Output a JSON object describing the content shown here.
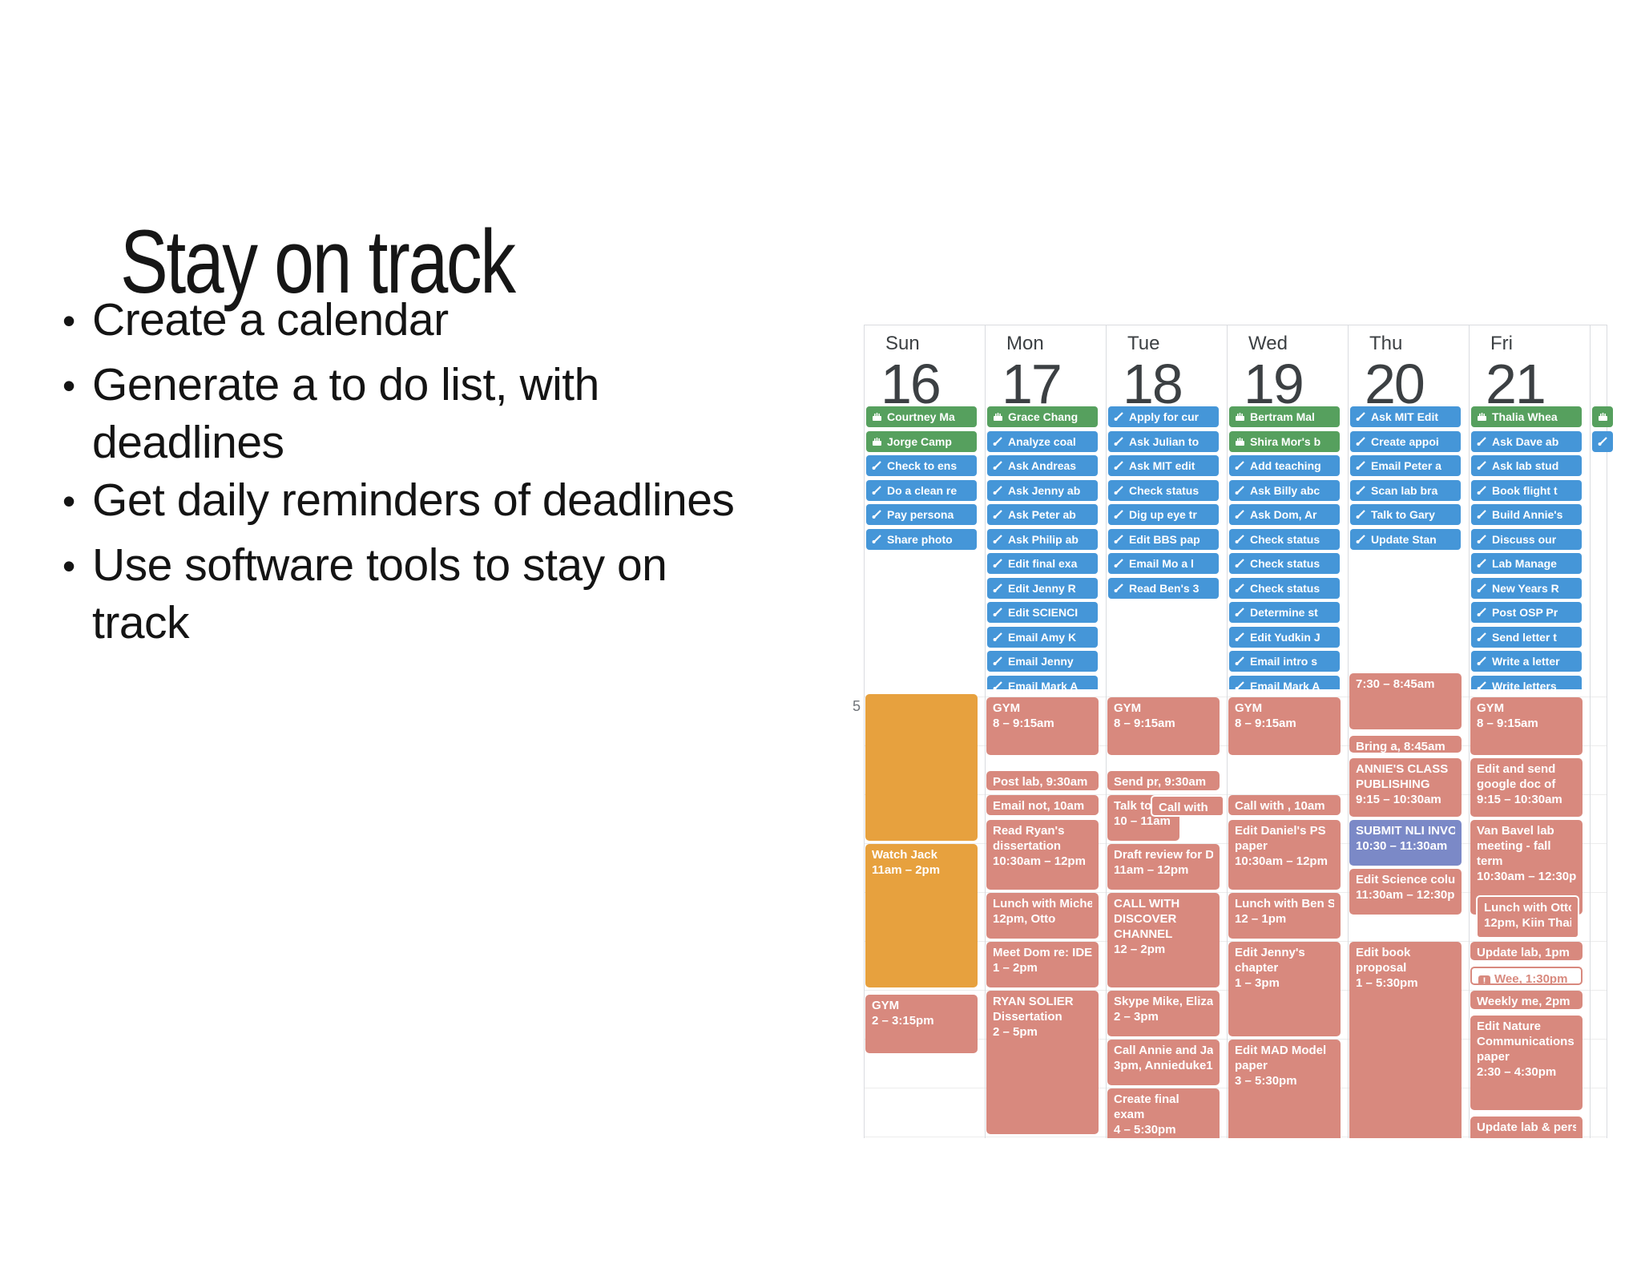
{
  "slide": {
    "title": "Stay on track",
    "bullet_lines": [
      {
        "bullet": true,
        "text": "Create a calendar"
      },
      {
        "bullet": true,
        "text": "Generate a to do list, with"
      },
      {
        "bullet": false,
        "text": "deadlines"
      },
      {
        "bullet": true,
        "text": "Get daily reminders of deadlines"
      },
      {
        "bullet": true,
        "text": "Use software tools to stay on"
      },
      {
        "bullet": false,
        "text": "track"
      }
    ]
  },
  "calendar": {
    "gutter_fragment": "5",
    "days": [
      {
        "name": "Sun",
        "num": "16",
        "chips": [
          {
            "icon": "cake",
            "label": "Courtney Ma"
          },
          {
            "icon": "cake",
            "label": "Jorge Camp"
          },
          {
            "icon": "task",
            "label": "Check to ens"
          },
          {
            "icon": "task",
            "label": "Do a clean re"
          },
          {
            "icon": "task",
            "label": "Pay persona"
          },
          {
            "icon": "task",
            "label": "Share photo"
          }
        ],
        "events": [
          {
            "color": "orange",
            "start": 7.93,
            "end": 11.0,
            "lines": []
          },
          {
            "color": "orange",
            "start": 11.0,
            "end": 14.0,
            "lines": [
              "Watch Jack",
              "11am – 2pm"
            ]
          },
          {
            "color": "red",
            "start": 14.08,
            "end": 15.35,
            "lines": [
              "GYM",
              "2 – 3:15pm"
            ]
          }
        ]
      },
      {
        "name": "Mon",
        "num": "17",
        "chips": [
          {
            "icon": "cake",
            "label": "Grace Chang"
          },
          {
            "icon": "task",
            "label": "Analyze coal"
          },
          {
            "icon": "task",
            "label": "Ask Andreas"
          },
          {
            "icon": "task",
            "label": "Ask Jenny ab"
          },
          {
            "icon": "task",
            "label": "Ask Peter ab"
          },
          {
            "icon": "task",
            "label": "Ask Philip ab"
          },
          {
            "icon": "task",
            "label": "Edit final exa"
          },
          {
            "icon": "task",
            "label": "Edit Jenny R"
          },
          {
            "icon": "task",
            "label": "Edit SCIENCI"
          },
          {
            "icon": "task",
            "label": "Email Amy K"
          },
          {
            "icon": "task",
            "label": "Email Jenny"
          },
          {
            "icon": "task",
            "label": "Email Mark A"
          }
        ],
        "events": [
          {
            "color": "red",
            "start": 8.0,
            "end": 9.25,
            "lines": [
              "GYM",
              "8 – 9:15am"
            ]
          },
          {
            "color": "red",
            "start": 9.5,
            "end": 9.97,
            "lines": [
              "Post lab, 9:30am"
            ]
          },
          {
            "color": "red",
            "start": 10.0,
            "end": 10.47,
            "lines": [
              "Email not, 10am"
            ]
          },
          {
            "color": "red",
            "start": 10.5,
            "end": 12.0,
            "lines": [
              "Read Ryan's",
              "dissertation",
              "10:30am – 12pm"
            ]
          },
          {
            "color": "red",
            "start": 12.0,
            "end": 13.0,
            "lines": [
              "Lunch with Miche",
              "12pm, Otto"
            ]
          },
          {
            "color": "red",
            "start": 13.0,
            "end": 14.0,
            "lines": [
              "Meet Dom re: IDE",
              "1 – 2pm"
            ]
          },
          {
            "color": "red",
            "start": 14.0,
            "end": 17.0,
            "lines": [
              "RYAN SOLIER",
              "Dissertation",
              "2 – 5pm"
            ]
          }
        ]
      },
      {
        "name": "Tue",
        "num": "18",
        "chips": [
          {
            "icon": "task",
            "label": "Apply for cur"
          },
          {
            "icon": "task",
            "label": "Ask Julian to"
          },
          {
            "icon": "task",
            "label": "Ask MIT edit"
          },
          {
            "icon": "task",
            "label": "Check status"
          },
          {
            "icon": "task",
            "label": "Dig up eye tr"
          },
          {
            "icon": "task",
            "label": "Edit BBS pap"
          },
          {
            "icon": "task",
            "label": "Email Mo a l"
          },
          {
            "icon": "task",
            "label": "Read Ben's 3"
          }
        ],
        "events": [
          {
            "color": "red",
            "start": 8.0,
            "end": 9.25,
            "lines": [
              "GYM",
              "8 – 9:15am"
            ]
          },
          {
            "color": "red",
            "start": 9.5,
            "end": 9.97,
            "lines": [
              "Send pr, 9:30am"
            ]
          },
          {
            "color": "red",
            "start": 10.0,
            "end": 11.0,
            "variant": "narrow",
            "lines": [
              "Talk to B",
              "10 – 11am"
            ]
          },
          {
            "color": "red",
            "start": 10.0,
            "end": 10.5,
            "variant": "overlay",
            "lines": [
              "Call with"
            ]
          },
          {
            "color": "red",
            "start": 11.0,
            "end": 12.0,
            "lines": [
              "Draft review for D",
              "11am – 12pm"
            ]
          },
          {
            "color": "red",
            "start": 12.0,
            "end": 14.0,
            "lines": [
              "CALL WITH",
              "DISCOVER",
              "CHANNEL",
              "12 – 2pm"
            ]
          },
          {
            "color": "red",
            "start": 14.0,
            "end": 15.0,
            "lines": [
              "Skype Mike, Eliza",
              "2 – 3pm"
            ]
          },
          {
            "color": "red",
            "start": 15.0,
            "end": 16.0,
            "lines": [
              "Call Annie and Ja",
              "3pm, Annieduke1"
            ]
          },
          {
            "color": "red",
            "start": 16.0,
            "end": 17.5,
            "lines": [
              "Create final",
              "exam",
              "4 – 5:30pm"
            ]
          }
        ]
      },
      {
        "name": "Wed",
        "num": "19",
        "chips": [
          {
            "icon": "cake",
            "label": "Bertram Mal"
          },
          {
            "icon": "cake",
            "label": "Shira Mor's b"
          },
          {
            "icon": "task",
            "label": "Add teaching"
          },
          {
            "icon": "task",
            "label": "Ask Billy abc"
          },
          {
            "icon": "task",
            "label": "Ask Dom, Ar"
          },
          {
            "icon": "task",
            "label": "Check status"
          },
          {
            "icon": "task",
            "label": "Check status"
          },
          {
            "icon": "task",
            "label": "Check status"
          },
          {
            "icon": "task",
            "label": "Determine st"
          },
          {
            "icon": "task",
            "label": "Edit Yudkin J"
          },
          {
            "icon": "task",
            "label": "Email intro s"
          },
          {
            "icon": "task",
            "label": "Email Mark A"
          }
        ],
        "events": [
          {
            "color": "red",
            "start": 8.0,
            "end": 9.25,
            "lines": [
              "GYM",
              "8 – 9:15am"
            ]
          },
          {
            "color": "red",
            "start": 10.0,
            "end": 10.47,
            "lines": [
              "Call with , 10am"
            ]
          },
          {
            "color": "red",
            "start": 10.5,
            "end": 12.0,
            "lines": [
              "Edit Daniel's PS",
              "paper",
              "10:30am – 12pm"
            ]
          },
          {
            "color": "red",
            "start": 12.0,
            "end": 13.0,
            "lines": [
              "Lunch with Ben S",
              "12 – 1pm"
            ]
          },
          {
            "color": "red",
            "start": 13.0,
            "end": 15.0,
            "lines": [
              "Edit Jenny's",
              "chapter",
              "1 – 3pm"
            ]
          },
          {
            "color": "red",
            "start": 15.0,
            "end": 17.5,
            "lines": [
              "Edit MAD Model",
              "paper",
              "3 – 5:30pm"
            ]
          }
        ]
      },
      {
        "name": "Thu",
        "num": "20",
        "chips": [
          {
            "icon": "task",
            "label": "Ask MIT Edit"
          },
          {
            "icon": "task",
            "label": "Create appoi"
          },
          {
            "icon": "task",
            "label": "Email Peter a"
          },
          {
            "icon": "task",
            "label": "Scan lab bra"
          },
          {
            "icon": "task",
            "label": "Talk to Gary"
          },
          {
            "icon": "task",
            "label": "Update Stan"
          }
        ],
        "events": [
          {
            "color": "red",
            "start": 7.5,
            "end": 8.72,
            "lines": [
              "7:30 – 8:45am"
            ]
          },
          {
            "color": "red",
            "start": 8.78,
            "end": 9.2,
            "lines": [
              "Bring a, 8:45am"
            ]
          },
          {
            "color": "red",
            "start": 9.25,
            "end": 10.5,
            "lines": [
              "ANNIE'S CLASS",
              "PUBLISHING",
              "9:15 – 10:30am"
            ]
          },
          {
            "color": "purple",
            "start": 10.5,
            "end": 11.5,
            "lines": [
              "SUBMIT NLI INVO",
              "10:30 – 11:30am"
            ]
          },
          {
            "color": "red",
            "start": 11.5,
            "end": 12.5,
            "lines": [
              "Edit Science colu",
              "11:30am – 12:30p"
            ]
          },
          {
            "color": "red",
            "start": 13.0,
            "end": 17.5,
            "lines": [
              "Edit book",
              "proposal",
              "1 – 5:30pm"
            ]
          }
        ]
      },
      {
        "name": "Fri",
        "num": "21",
        "chips": [
          {
            "icon": "cake",
            "label": "Thalia Whea"
          },
          {
            "icon": "task",
            "label": "Ask Dave ab"
          },
          {
            "icon": "task",
            "label": "Ask lab stud"
          },
          {
            "icon": "task",
            "label": "Book flight t"
          },
          {
            "icon": "task",
            "label": "Build Annie's"
          },
          {
            "icon": "task",
            "label": "Discuss our"
          },
          {
            "icon": "task",
            "label": "Lab Manage"
          },
          {
            "icon": "task",
            "label": "New Years R"
          },
          {
            "icon": "task",
            "label": "Post OSP Pr"
          },
          {
            "icon": "task",
            "label": "Send letter t"
          },
          {
            "icon": "task",
            "label": "Write a letter"
          },
          {
            "icon": "task",
            "label": "Write letters"
          }
        ],
        "events": [
          {
            "color": "red",
            "start": 8.0,
            "end": 9.25,
            "lines": [
              "GYM",
              "8 – 9:15am"
            ]
          },
          {
            "color": "red",
            "start": 9.25,
            "end": 10.5,
            "lines": [
              "Edit and send",
              "google doc of",
              "9:15 – 10:30am"
            ]
          },
          {
            "color": "red",
            "start": 10.5,
            "end": 12.5,
            "lines": [
              "Van Bavel lab",
              "meeting - fall",
              "term",
              "10:30am – 12:30p"
            ]
          },
          {
            "color": "red",
            "start": 12.05,
            "end": 13.0,
            "variant": "inset",
            "lines": [
              "Lunch with Otto",
              "12pm, Kiin Thai"
            ]
          },
          {
            "color": "red",
            "start": 13.0,
            "end": 13.45,
            "lines": [
              "Update lab, 1pm"
            ]
          },
          {
            "color": "red",
            "start": 13.5,
            "end": 13.95,
            "variant": "white",
            "lines": [
              "Wee, 1:30pm"
            ]
          },
          {
            "color": "red",
            "start": 14.0,
            "end": 14.45,
            "lines": [
              "Weekly me, 2pm"
            ]
          },
          {
            "color": "red",
            "start": 14.5,
            "end": 16.5,
            "lines": [
              "Edit Nature",
              "Communications",
              "paper",
              "2:30 – 4:30pm"
            ]
          },
          {
            "color": "red",
            "start": 16.57,
            "end": 17.15,
            "lines": [
              "Update lab & pers"
            ]
          }
        ]
      },
      {
        "name": "",
        "num": "",
        "chips": [
          {
            "icon": "cake",
            "label": ""
          },
          {
            "icon": "task",
            "label": ""
          }
        ],
        "events": []
      }
    ]
  }
}
